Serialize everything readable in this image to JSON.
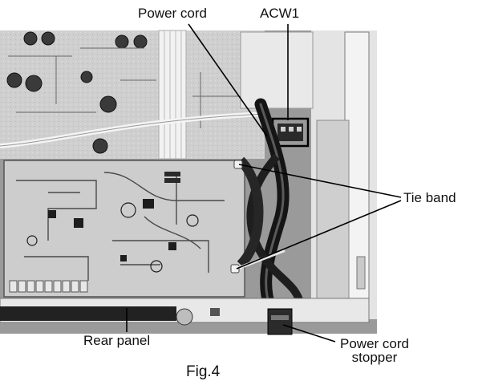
{
  "labels": {
    "power_cord": "Power cord",
    "acw1": "ACW1",
    "tie_band": "Tie band",
    "rear_panel": "Rear panel",
    "power_cord_stopper_line1": "Power cord",
    "power_cord_stopper_line2": "stopper",
    "figure_caption": "Fig.4"
  },
  "colors": {
    "background": "#ffffff",
    "photo_dark": "#1f1f1f",
    "photo_mid": "#8a8a8a",
    "photo_light": "#d4d4d4",
    "leader_line": "#000000"
  }
}
